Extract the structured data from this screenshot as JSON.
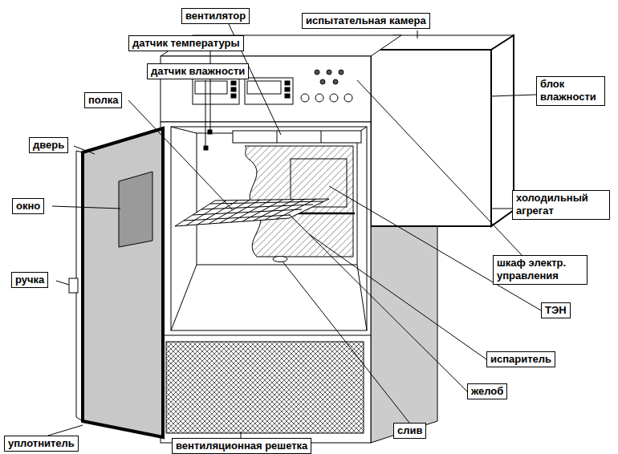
{
  "diagram": {
    "nodes": [
      {
        "text": [
          "вентилятор"
        ]
      },
      {
        "text": [
          "испытательная камера"
        ]
      },
      {
        "text": [
          "датчик температуры"
        ]
      },
      {
        "text": [
          "датчик влажности"
        ]
      },
      {
        "text": [
          "полка"
        ]
      },
      {
        "text": [
          "блок влажности"
        ]
      },
      {
        "text": [
          "дверь"
        ]
      },
      {
        "text": [
          "окно"
        ]
      },
      {
        "text": [
          "холодильный агрегат"
        ]
      },
      {
        "text": [
          "ручка"
        ]
      },
      {
        "text": [
          "шкаф электр. управления"
        ]
      },
      {
        "text": [
          "ТЭН"
        ]
      },
      {
        "text": [
          "испаритель"
        ]
      },
      {
        "text": [
          "желоб"
        ]
      },
      {
        "text": [
          "слив"
        ]
      },
      {
        "text": [
          "уплотнитель"
        ]
      },
      {
        "text": [
          "вентиляционная решетка"
        ]
      }
    ]
  }
}
